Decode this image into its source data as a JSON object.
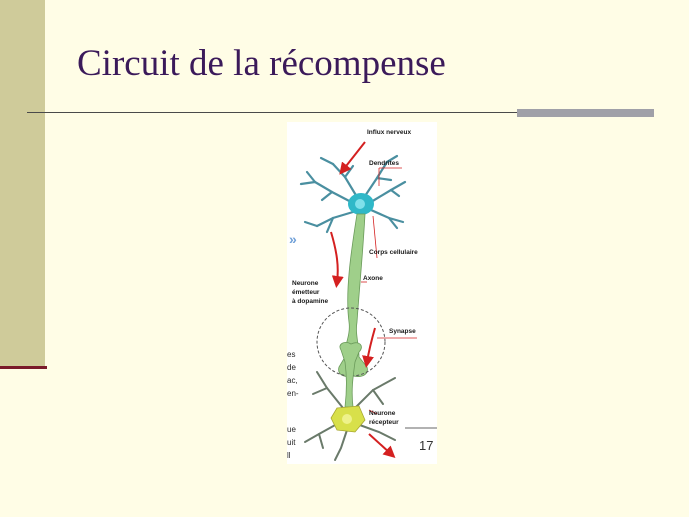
{
  "slide": {
    "title": "Circuit de la récompense"
  },
  "diagram": {
    "labels": {
      "influx": "Influx nerveux",
      "dendrites": "Dendrites",
      "corps": "Corps cellulaire",
      "axone": "Axone",
      "emetteur_1": "Neurone",
      "emetteur_2": "émetteur",
      "emetteur_3": "à dopamine",
      "synapse": "Synapse",
      "recepteur_1": "Neurone",
      "recepteur_2": "récepteur"
    },
    "chevron": "»",
    "page_number": "17",
    "text_fragments": [
      "es",
      "de",
      "ac,",
      "en-",
      "ue",
      "uit",
      "ll"
    ],
    "colors": {
      "emitter_neuron": "#2fb8c8",
      "axon": "#9fcf8a",
      "receptor_neuron": "#d8e04a",
      "arrows": "#d42020"
    }
  }
}
